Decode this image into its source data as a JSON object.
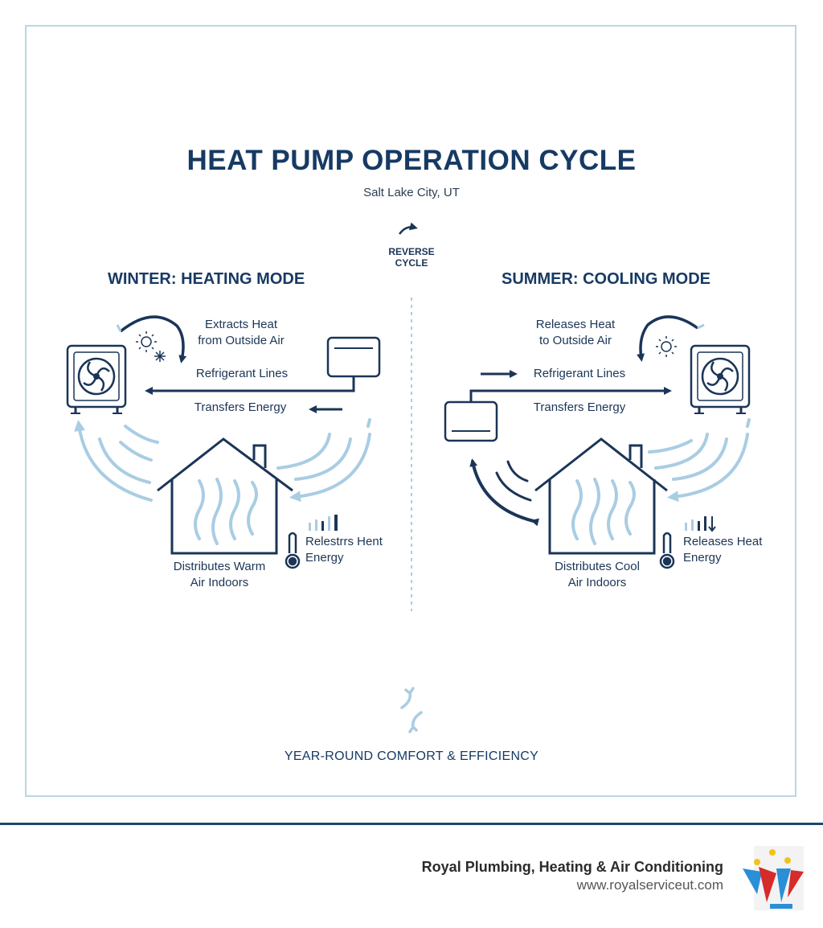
{
  "title": "HEAT PUMP OPERATION CYCLE",
  "location": "Salt Lake City, UT",
  "reverse": {
    "line1": "REVERSE",
    "line2": "CYCLE"
  },
  "winter": {
    "heading": "WINTER: HEATING MODE",
    "extracts_line1": "Extracts Heat",
    "extracts_line2": "from Outside Air",
    "refrigerant": "Refrigerant Lines",
    "transfers": "Transfers Energy",
    "releases_line1": "Relestrrs Hent",
    "releases_line2": "Energy",
    "distributes_line1": "Distributes Warm",
    "distributes_line2": "Air Indoors"
  },
  "summer": {
    "heading": "SUMMER: COOLING MODE",
    "releases_outside_line1": "Releases Heat",
    "releases_outside_line2": "to Outside Air",
    "refrigerant": "Refrigerant Lines",
    "transfers": "Transfers Energy",
    "releases_line1": "Releases Heat",
    "releases_line2": "Energy",
    "distributes_line1": "Distributes Cool",
    "distributes_line2": "Air Indoors"
  },
  "tagline": "YEAR-ROUND COMFORT & EFFICIENCY",
  "footer": {
    "company": "Royal Plumbing, Heating & Air Conditioning",
    "website": "www.royalserviceut.com"
  },
  "colors": {
    "navy": "#1b3557",
    "light_blue": "#a9cde3",
    "frame": "#b9d6e6"
  }
}
